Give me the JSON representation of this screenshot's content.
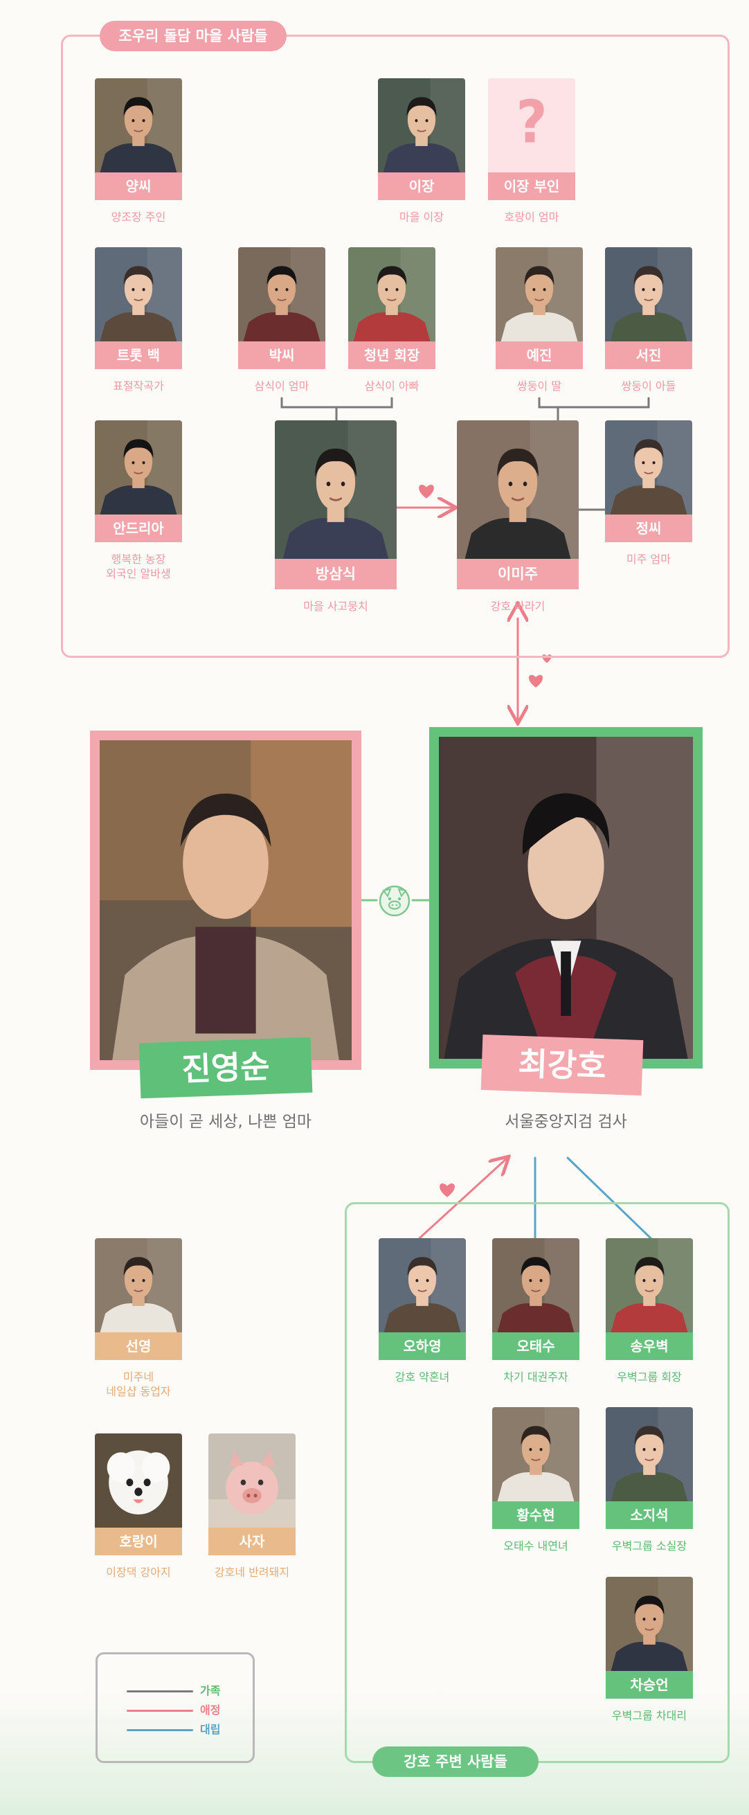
{
  "colors": {
    "pink": "#f3a3aa",
    "green": "#65c27c",
    "orange": "#e8ba8c",
    "family": "#7a7a7a",
    "affection": "#ee7d8a",
    "rivalry": "#5aa4c9"
  },
  "village": {
    "title": "조우리 돌담 마을 사람들",
    "people": [
      {
        "id": "yangssi",
        "name": "양씨",
        "desc": "양조장 주인"
      },
      {
        "id": "ijang",
        "name": "이장",
        "desc": "마을 이장"
      },
      {
        "id": "ijang-wife",
        "name": "이장 부인",
        "desc": "호랑이 엄마",
        "photo_icon": "question-mark-icon"
      },
      {
        "id": "troy",
        "name": "트롯 백",
        "desc": "표절작곡가"
      },
      {
        "id": "parkssi",
        "name": "박씨",
        "desc": "삼식이 엄마"
      },
      {
        "id": "youth-chief",
        "name": "청년 회장",
        "desc": "삼식이 아빠"
      },
      {
        "id": "yejin",
        "name": "예진",
        "desc": "쌍둥이 딸"
      },
      {
        "id": "seojin",
        "name": "서진",
        "desc": "쌍둥이 아들"
      },
      {
        "id": "andria",
        "name": "안드리아",
        "desc": "행복한 농장\n외국인 알바생"
      },
      {
        "id": "bangsamsik",
        "name": "방삼식",
        "desc": "마을 사고뭉치"
      },
      {
        "id": "leemiju",
        "name": "이미주",
        "desc": "강호 바라기"
      },
      {
        "id": "jeongssi",
        "name": "정씨",
        "desc": "미주 엄마"
      }
    ]
  },
  "leads": [
    {
      "id": "jinyoungsoon",
      "name": "진영순",
      "desc": "아들이 곧 세상, 나쁜 엄마"
    },
    {
      "id": "choikangho",
      "name": "최강호",
      "desc": "서울중앙지검 검사"
    }
  ],
  "leads_connector_icon": "pig-face-icon",
  "kangho_circle": {
    "title": "강호 주변 사람들",
    "people": [
      {
        "id": "ohayoung",
        "name": "오하영",
        "desc": "강호 약혼녀"
      },
      {
        "id": "ohtaesu",
        "name": "오태수",
        "desc": "차기 대권주자"
      },
      {
        "id": "songwoobyuk",
        "name": "송우벽",
        "desc": "우벽그룹 회장"
      },
      {
        "id": "hwangsuhyun",
        "name": "황수현",
        "desc": "오태수 내연녀"
      },
      {
        "id": "sojiseok",
        "name": "소지석",
        "desc": "우벽그룹 소실장"
      },
      {
        "id": "chaseungeon",
        "name": "차승언",
        "desc": "우벽그룹 차대리"
      }
    ]
  },
  "others": [
    {
      "id": "seonyoung",
      "name": "선영",
      "desc": "미주네\n네일샵 동업자"
    },
    {
      "id": "horangi",
      "name": "호랑이",
      "desc": "이장댁 강아지"
    },
    {
      "id": "saja",
      "name": "사자",
      "desc": "강호네 반려돼지"
    }
  ],
  "legend": [
    {
      "label": "가족",
      "color": "#7a7a7a"
    },
    {
      "label": "애정",
      "color": "#ee7d8a"
    },
    {
      "label": "대립",
      "color": "#5aa4c9"
    }
  ]
}
